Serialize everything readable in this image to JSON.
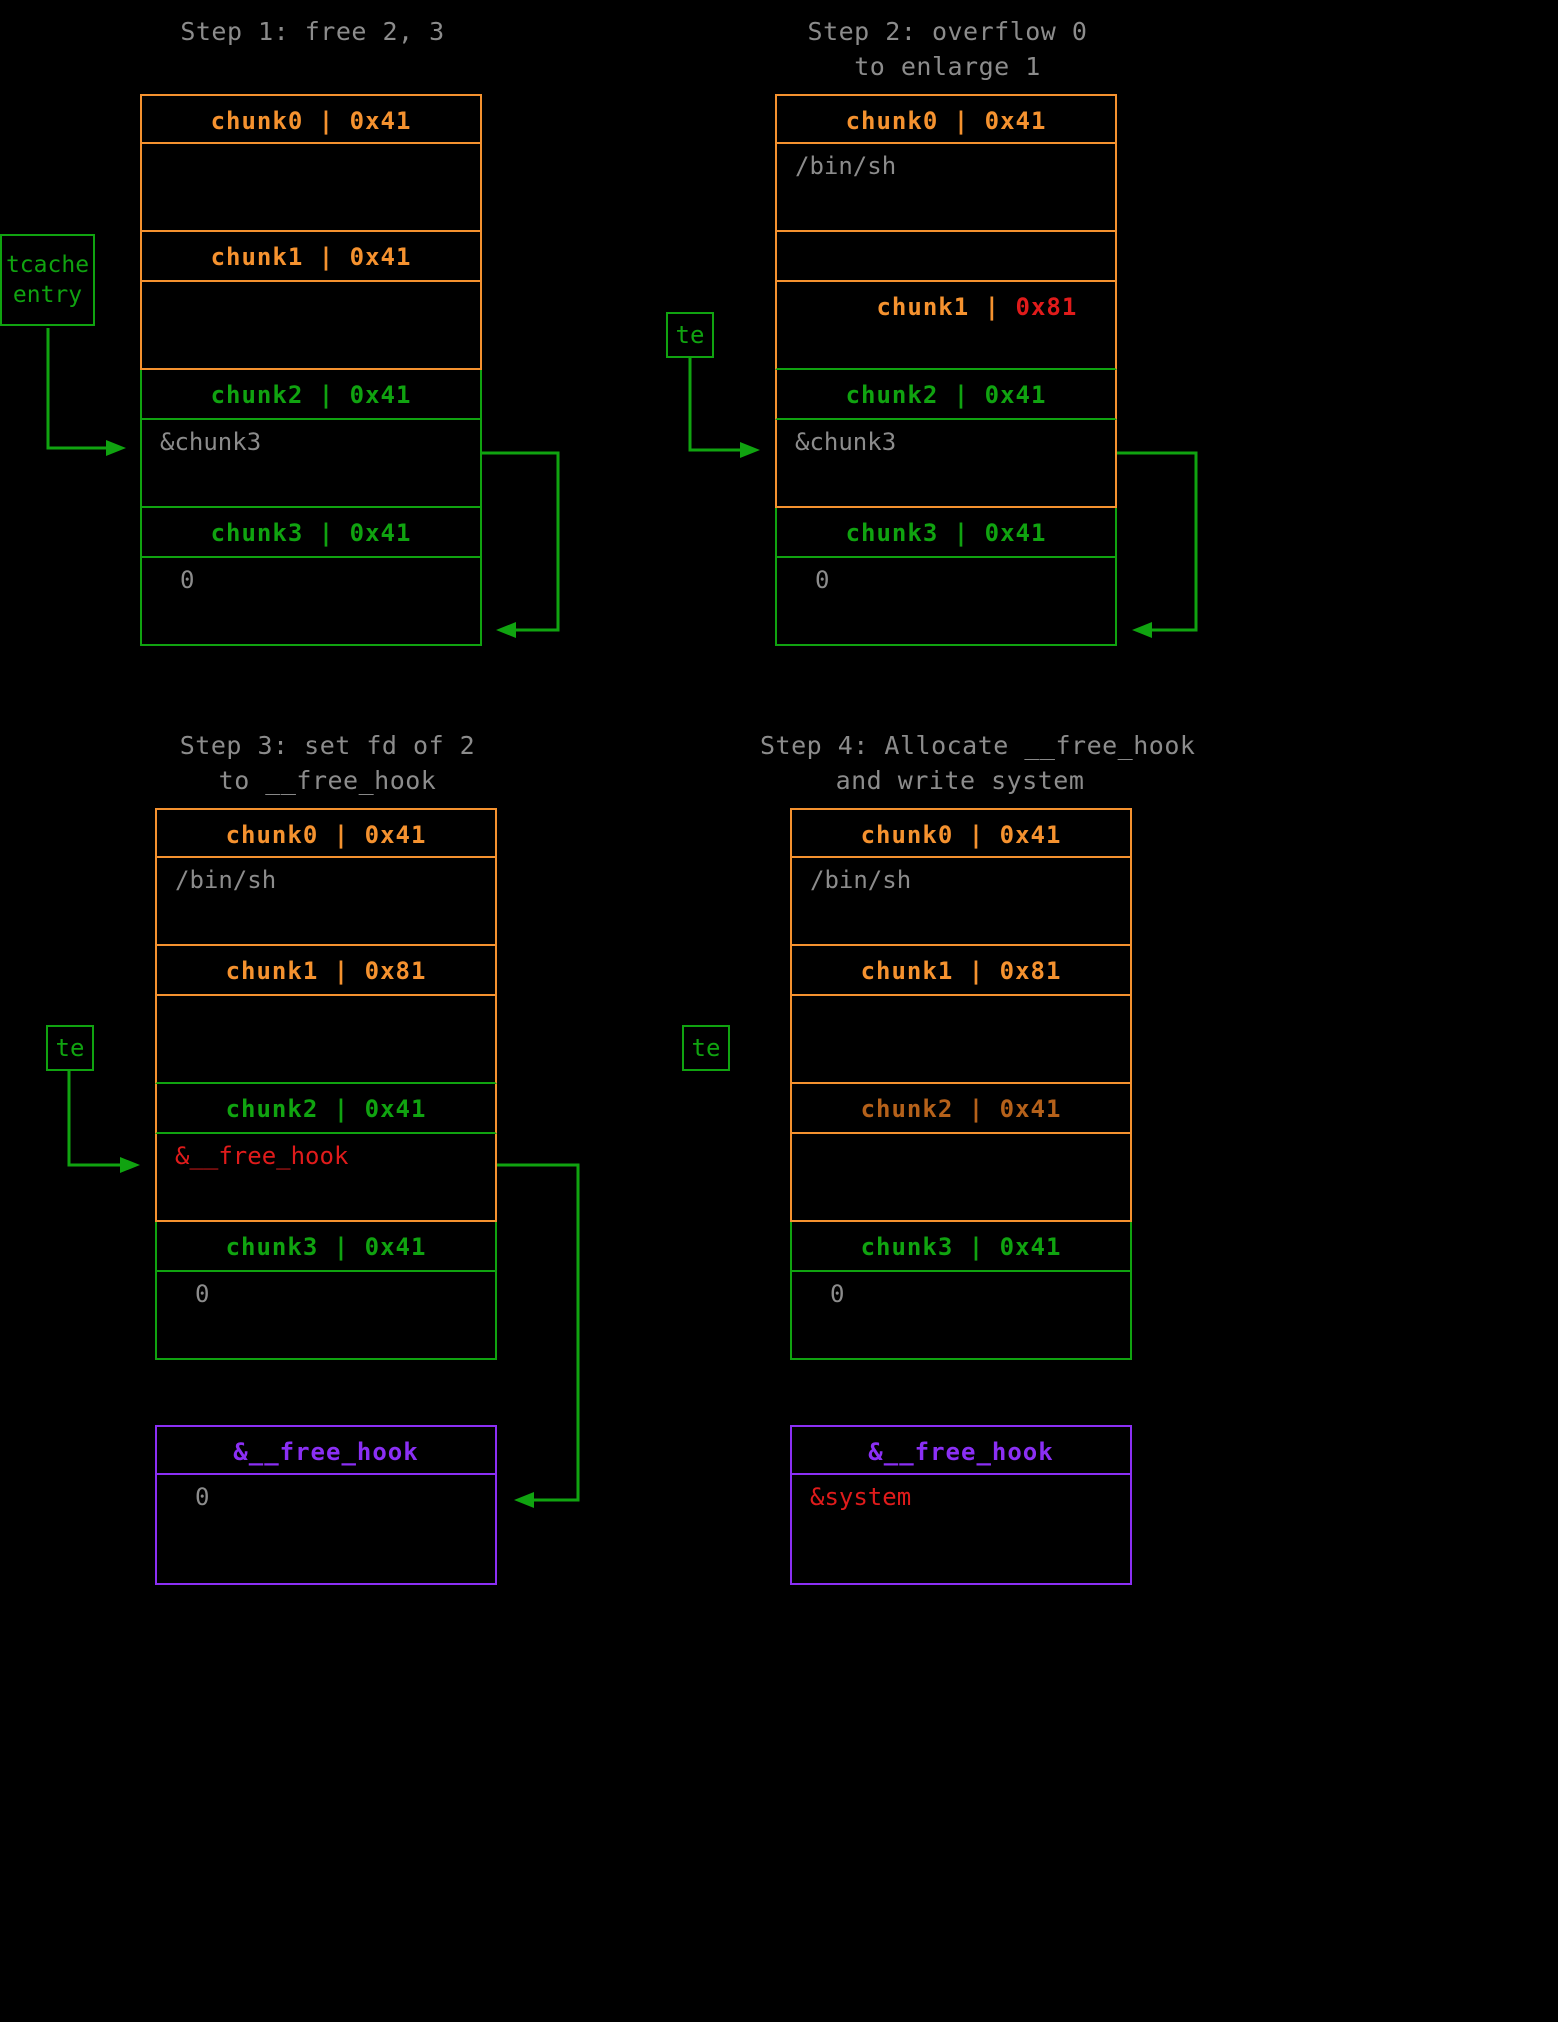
{
  "figure": {
    "background": "#000000",
    "colors": {
      "orange": "#f5922f",
      "green": "#10a310",
      "red": "#e01b1b",
      "purple": "#8b2ff5",
      "gray": "#8c8c8c",
      "brown": "#b5611a"
    }
  },
  "panels": [
    {
      "id": "step1",
      "title_line1": "Step 1: free 2, 3",
      "title_line2": "",
      "tcache_label": "tcache\nentry",
      "rows": [
        {
          "header": "chunk0 | 0x41",
          "value": ""
        },
        {
          "header": "chunk1 | 0x41",
          "value": ""
        },
        {
          "header": "chunk2 | 0x41",
          "value": "&chunk3"
        },
        {
          "header": "chunk3 | 0x41",
          "value": "0"
        }
      ]
    },
    {
      "id": "step2",
      "title_line1": "Step 2: overflow 0",
      "title_line2": "to enlarge 1",
      "tcache_label": "te",
      "rows": [
        {
          "header": "chunk0 | 0x41",
          "value": "/bin/sh"
        },
        {
          "header": "chunk1 | 0x81",
          "value": ""
        },
        {
          "header": "chunk2 | 0x41",
          "value": "&chunk3"
        },
        {
          "header": "chunk3 | 0x41",
          "value": "0"
        }
      ]
    },
    {
      "id": "step3",
      "title_line1": "Step 3: set fd of 2",
      "title_line2": "to __free_hook",
      "tcache_label": "te",
      "rows": [
        {
          "header": "chunk0 | 0x41",
          "value": "/bin/sh"
        },
        {
          "header": "chunk1 | 0x81",
          "value": ""
        },
        {
          "header": "chunk2 | 0x41",
          "value": "&__free_hook"
        },
        {
          "header": "chunk3 | 0x41",
          "value": "0"
        }
      ],
      "hook_box": {
        "header": "&__free_hook",
        "value": "0"
      }
    },
    {
      "id": "step4",
      "title_line1": "Step 4: Allocate __free_hook",
      "title_line2": "and write system",
      "tcache_label": "te",
      "rows": [
        {
          "header": "chunk0 | 0x41",
          "value": "/bin/sh"
        },
        {
          "header": "chunk1 | 0x81",
          "value": ""
        },
        {
          "header": "chunk2 | 0x41",
          "value": ""
        },
        {
          "header": "chunk3 | 0x41",
          "value": "0"
        }
      ],
      "hook_box": {
        "header": "&__free_hook",
        "value": "&system"
      }
    }
  ]
}
